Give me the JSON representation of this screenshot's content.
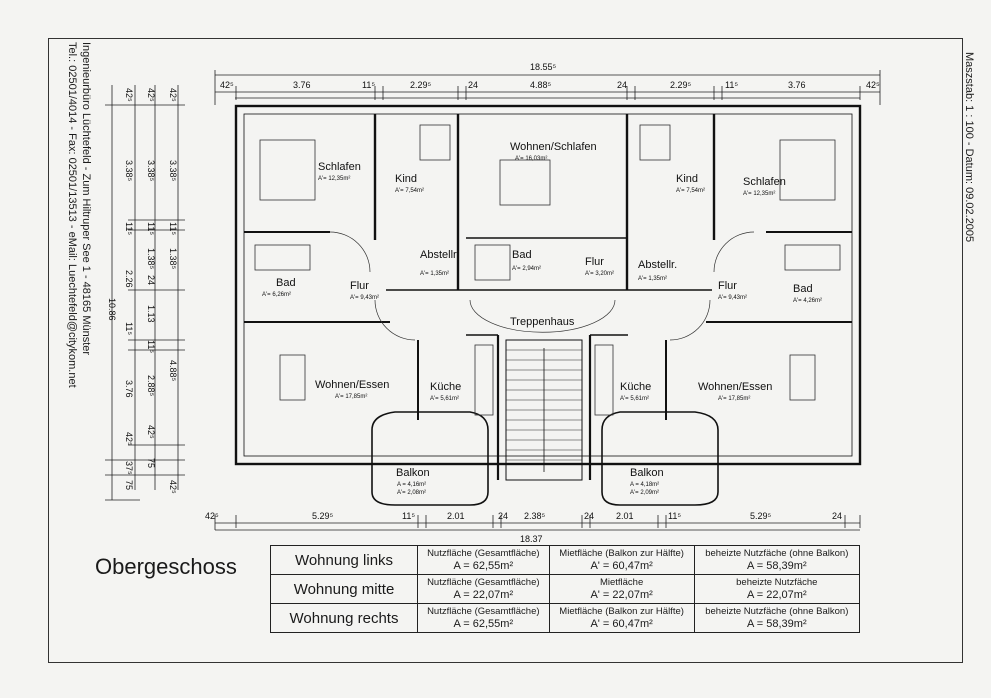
{
  "header": {
    "office_line1": "Ingenieurbüro Lüchtefeld  -  Zum Hiltruper See 1  -  48165 Münster",
    "office_line2": "Tel.: 02501/4014 - Fax: 02501/13513 - eMail: Luechtefeld@citykom.net",
    "scale_date": "Maszstab: 1 : 100   -   Datum: 09.02.2005"
  },
  "floor_title": "Obergeschoss",
  "dimensions_top": {
    "total": "18.55⁵",
    "segments": [
      "42⁵",
      "3.76",
      "11⁵",
      "2.29⁵",
      "24",
      "4.88⁵",
      "24",
      "2.29⁵",
      "11⁵",
      "3.76",
      "42⁵"
    ]
  },
  "dimensions_bottom": {
    "total": "18.37",
    "segments": [
      "42⁵",
      "5.29⁵",
      "11⁵",
      "2.01",
      "24",
      "2.38⁵",
      "24",
      "2.01",
      "11⁵",
      "5.29⁵",
      "24"
    ]
  },
  "dimensions_left": {
    "total": "10.86",
    "col_a": [
      "42⁵",
      "3.38⁵",
      "11⁵",
      "2.26",
      "11⁵",
      "3.76",
      "42⁵",
      "37⁵",
      "75"
    ],
    "col_b": [
      "42⁵",
      "3.38⁵",
      "11⁵",
      "1.38⁵",
      "24",
      "1.13",
      "11⁵",
      "2.88⁵",
      "42⁵",
      "75"
    ],
    "col_c": [
      "42⁵",
      "3.38⁵",
      "11⁵",
      "1.38⁵",
      "4.88⁵",
      "42⁵"
    ]
  },
  "rooms": [
    {
      "name": "Schlafen",
      "area": "A'= 12,35m²"
    },
    {
      "name": "Kind",
      "area": "A'= 7,54m²"
    },
    {
      "name": "Wohnen/Schlafen",
      "area": "A'= 16,03m²"
    },
    {
      "name": "Kind",
      "area": "A'= 7,54m²"
    },
    {
      "name": "Schlafen",
      "area": "A'= 12,35m²"
    },
    {
      "name": "Bad",
      "area": "A'= 6,26m²"
    },
    {
      "name": "Flur",
      "area": "A'= 9,43m²"
    },
    {
      "name": "Abstellr.",
      "area": "A'= 1,35m²"
    },
    {
      "name": "Bad",
      "area": "A'= 2,94m²"
    },
    {
      "name": "Flur",
      "area": "A'= 3,20m²"
    },
    {
      "name": "Abstellr.",
      "area": "A'= 1,35m²"
    },
    {
      "name": "Flur",
      "area": "A'= 9,43m²"
    },
    {
      "name": "Bad",
      "area": "A'= 4,26m²"
    },
    {
      "name": "Treppenhaus",
      "area": ""
    },
    {
      "name": "Wohnen/Essen",
      "area": "A'= 17,85m²"
    },
    {
      "name": "Küche",
      "area": "A'= 5,61m²"
    },
    {
      "name": "Küche",
      "area": "A'= 5,61m²"
    },
    {
      "name": "Wohnen/Essen",
      "area": "A'= 17,85m²"
    },
    {
      "name": "Balkon",
      "area": "A = 4,16m²",
      "area2": "A'= 2,08m²"
    },
    {
      "name": "Balkon",
      "area": "A = 4,18m²",
      "area2": "A'= 2,09m²"
    }
  ],
  "table": {
    "rows": [
      {
        "label": "Wohnung links",
        "c1_label": "Nutzfläche (Gesamtfläche)",
        "c1_value": "A = 62,55m²",
        "c2_label": "Mietfläche (Balkon zur Hälfte)",
        "c2_value": "A' = 60,47m²",
        "c3_label": "beheizte Nutzfäche (ohne Balkon)",
        "c3_value": "A = 58,39m²"
      },
      {
        "label": "Wohnung mitte",
        "c1_label": "Nutzfläche (Gesamtfläche)",
        "c1_value": "A = 22,07m²",
        "c2_label": "Mietfläche",
        "c2_value": "A' = 22,07m²",
        "c3_label": "beheizte Nutzfäche",
        "c3_value": "A = 22,07m²"
      },
      {
        "label": "Wohnung rechts",
        "c1_label": "Nutzfläche (Gesamtfläche)",
        "c1_value": "A = 62,55m²",
        "c2_label": "Mietfläche (Balkon zur Hälfte)",
        "c2_value": "A' = 60,47m²",
        "c3_label": "beheizte Nutzfäche (ohne Balkon)",
        "c3_value": "A = 58,39m²"
      }
    ]
  }
}
